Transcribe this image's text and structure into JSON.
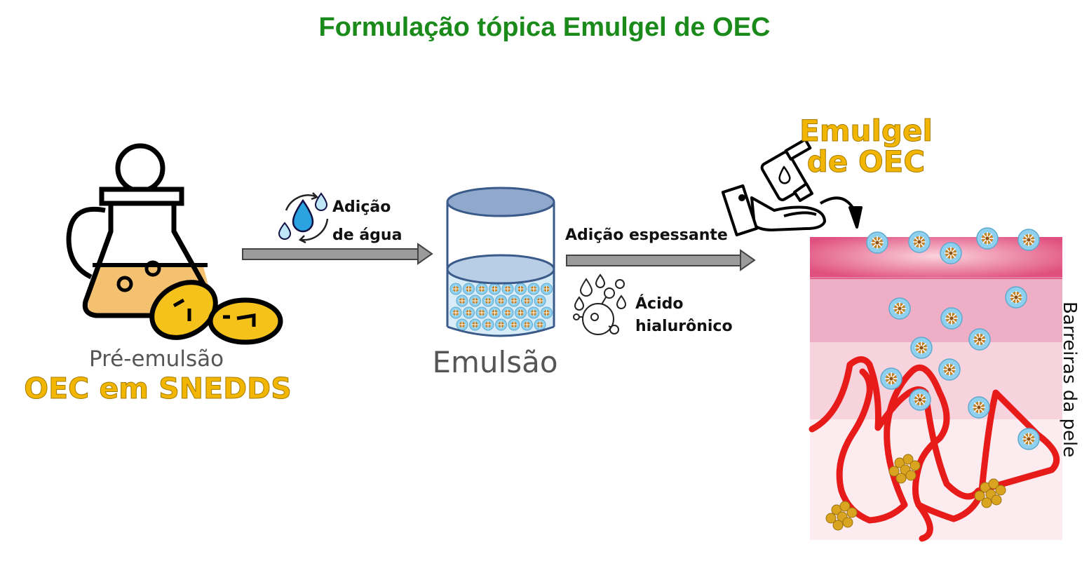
{
  "title": "Formulação tópica Emulgel de OEC",
  "pre_emulsion": {
    "label": "Pré-emulsão",
    "name": "OEC em SNEDDS"
  },
  "step1": {
    "line1": "Adição",
    "line2": "de água"
  },
  "emulsion": {
    "label": "Emulsão"
  },
  "step2": {
    "label": "Adição espessante",
    "additive_line1": "Ácido",
    "additive_line2": "hialurônico"
  },
  "emulgel": {
    "line1": "Emulgel",
    "line2": "de OEC"
  },
  "skin": {
    "label": "Barreiras da pele"
  },
  "colors": {
    "title": "#1a8a1a",
    "gold": "#f2b600",
    "red_fiber": "#e81b1b",
    "droplet": "#8fd0ee"
  }
}
